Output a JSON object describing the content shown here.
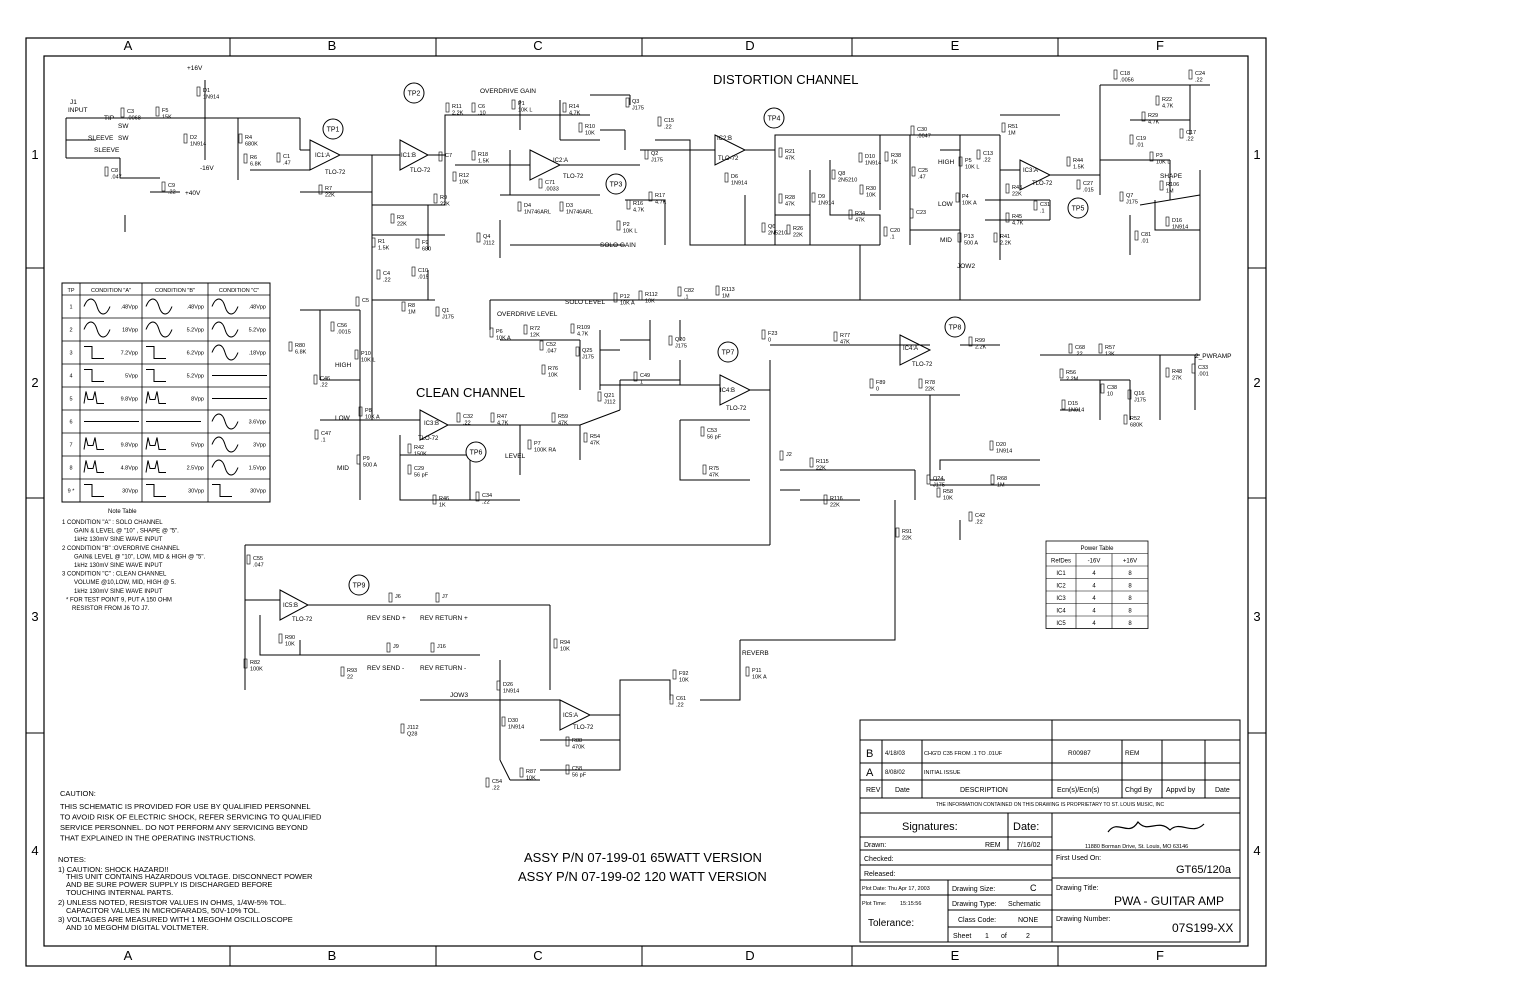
{
  "grid": {
    "cols": [
      "A",
      "B",
      "C",
      "D",
      "E",
      "F"
    ],
    "rows": [
      "1",
      "2",
      "3",
      "4"
    ]
  },
  "sections": {
    "distortion_title": "DISTORTION CHANNEL",
    "clean_title": "CLEAN CHANNEL"
  },
  "labels": {
    "input": [
      "J1",
      "INPUT",
      "TIP",
      "SW",
      "SLEEVE",
      "SW",
      "SLEEVE"
    ],
    "plus16": "+16V",
    "minus16": "-16V",
    "plus40": "+40V",
    "overdrive_gain": "OVERDRIVE GAIN",
    "solo_gain": "SOLO GAIN",
    "solo_level": "SOLO LEVEL",
    "overdrive_level": "OVERDRIVE LEVEL",
    "high": "HIGH",
    "low": "LOW",
    "mid": "MID",
    "level": "LEVEL",
    "shape": "SHAPE",
    "reverb": "REVERB",
    "rev_send_plus": "REV SEND +",
    "rev_return_plus": "REV RETURN +",
    "rev_send_minus": "REV SEND -",
    "rev_return_minus": "REV RETURN -",
    "jow2": "JOW2",
    "jow3": "JOW3",
    "pwramp": "2_PWRAMP"
  },
  "test_points": [
    "TP1",
    "TP2",
    "TP3",
    "TP4",
    "TP5",
    "TP6",
    "TP7",
    "TP8",
    "TP9"
  ],
  "opamps": [
    "IC1:A",
    "IC1:B",
    "IC2:A",
    "IC2:B",
    "IC3:A",
    "IC3:B",
    "IC4:A",
    "IC4:B",
    "IC5:A",
    "IC5:B",
    "TLO-72"
  ],
  "components": [
    {
      "ref": "C3",
      "val": ".0068"
    },
    {
      "ref": "F5",
      "val": "15K"
    },
    {
      "ref": "D1",
      "val": "1N914"
    },
    {
      "ref": "D2",
      "val": "1N914"
    },
    {
      "ref": "R4",
      "val": "680K"
    },
    {
      "ref": "R6",
      "val": "6.8K"
    },
    {
      "ref": "C1",
      "val": ".47"
    },
    {
      "ref": "C8",
      "val": ".047"
    },
    {
      "ref": "C9",
      "val": ".22"
    },
    {
      "ref": "R7",
      "val": "22K"
    },
    {
      "ref": "R11",
      "val": "2.2K"
    },
    {
      "ref": "C6",
      "val": ".10"
    },
    {
      "ref": "P1",
      "val": "10K L"
    },
    {
      "ref": "R14",
      "val": "4.7K"
    },
    {
      "ref": "R10",
      "val": "10K"
    },
    {
      "ref": "Q3",
      "val": "J175"
    },
    {
      "ref": "C15",
      "val": ".22"
    },
    {
      "ref": "Q2",
      "val": "J175"
    },
    {
      "ref": "C7",
      "val": ""
    },
    {
      "ref": "R18",
      "val": "1.5K"
    },
    {
      "ref": "R12",
      "val": "10K"
    },
    {
      "ref": "C71",
      "val": ".0033"
    },
    {
      "ref": "D4",
      "val": "1N746ARL"
    },
    {
      "ref": "D3",
      "val": "1N746ARL"
    },
    {
      "ref": "P2",
      "val": "10K L"
    },
    {
      "ref": "R17",
      "val": "4.7K"
    },
    {
      "ref": "R16",
      "val": "4.7K"
    },
    {
      "ref": "R3",
      "val": "22K"
    },
    {
      "ref": "R9",
      "val": "22K"
    },
    {
      "ref": "R1",
      "val": "1.5K"
    },
    {
      "ref": "F9",
      "val": "680"
    },
    {
      "ref": "C4",
      "val": ".22"
    },
    {
      "ref": "C10",
      "val": ".015"
    },
    {
      "ref": "C5",
      "val": ""
    },
    {
      "ref": "R8",
      "val": "1M"
    },
    {
      "ref": "Q1",
      "val": "J175"
    },
    {
      "ref": "Q4",
      "val": "J112"
    },
    {
      "ref": "R21",
      "val": "47K"
    },
    {
      "ref": "D6",
      "val": "1N914"
    },
    {
      "ref": "Q8",
      "val": "2N5210"
    },
    {
      "ref": "R28",
      "val": "47K"
    },
    {
      "ref": "D9",
      "val": "1N914"
    },
    {
      "ref": "Q6",
      "val": "2N5210"
    },
    {
      "ref": "R26",
      "val": "22K"
    },
    {
      "ref": "R34",
      "val": "47K"
    },
    {
      "ref": "D10",
      "val": "1N914"
    },
    {
      "ref": "R38",
      "val": "1K"
    },
    {
      "ref": "R30",
      "val": "10K"
    },
    {
      "ref": "C20",
      "val": ".1"
    },
    {
      "ref": "C30",
      "val": ".0047"
    },
    {
      "ref": "C25",
      "val": ".47"
    },
    {
      "ref": "C23",
      "val": ""
    },
    {
      "ref": "P5",
      "val": "10K L"
    },
    {
      "ref": "P4",
      "val": "10K A"
    },
    {
      "ref": "P13",
      "val": "500 A"
    },
    {
      "ref": "C13",
      "val": ".22"
    },
    {
      "ref": "R51",
      "val": "1M"
    },
    {
      "ref": "R43",
      "val": "22K"
    },
    {
      "ref": "R45",
      "val": "4.7K"
    },
    {
      "ref": "R41",
      "val": "2.2K"
    },
    {
      "ref": "C31",
      "val": ".1"
    },
    {
      "ref": "R44",
      "val": "1.5K"
    },
    {
      "ref": "C27",
      "val": ".015"
    },
    {
      "ref": "C18",
      "val": ".0056"
    },
    {
      "ref": "R22",
      "val": "4.7K"
    },
    {
      "ref": "R29",
      "val": "4.7K"
    },
    {
      "ref": "C19",
      "val": ".01"
    },
    {
      "ref": "C17",
      "val": ".22"
    },
    {
      "ref": "C24",
      "val": ".22"
    },
    {
      "ref": "P3",
      "val": "10K L"
    },
    {
      "ref": "Q7",
      "val": "J175"
    },
    {
      "ref": "R106",
      "val": "1M"
    },
    {
      "ref": "D16",
      "val": "1N914"
    },
    {
      "ref": "C81",
      "val": ".01"
    },
    {
      "ref": "P12",
      "val": "10K A"
    },
    {
      "ref": "R112",
      "val": "10K"
    },
    {
      "ref": "C82",
      "val": ".1"
    },
    {
      "ref": "R113",
      "val": "1M"
    },
    {
      "ref": "P6",
      "val": "10K A"
    },
    {
      "ref": "R72",
      "val": "12K"
    },
    {
      "ref": "C52",
      "val": ".047"
    },
    {
      "ref": "R109",
      "val": "4.7K"
    },
    {
      "ref": "Q25",
      "val": "J175"
    },
    {
      "ref": "R76",
      "val": "10K"
    },
    {
      "ref": "Q20",
      "val": "J175"
    },
    {
      "ref": "C49",
      "val": "1"
    },
    {
      "ref": "F23",
      "val": "0"
    },
    {
      "ref": "R77",
      "val": "47K"
    },
    {
      "ref": "R99",
      "val": "2.2K"
    },
    {
      "ref": "F89",
      "val": "0"
    },
    {
      "ref": "R78",
      "val": "22K"
    },
    {
      "ref": "C68",
      "val": ".22"
    },
    {
      "ref": "R57",
      "val": "13K"
    },
    {
      "ref": "R56",
      "val": "2.2M"
    },
    {
      "ref": "C38",
      "val": "10"
    },
    {
      "ref": "Q16",
      "val": "J175"
    },
    {
      "ref": "R48",
      "val": "27K"
    },
    {
      "ref": "C33",
      "val": ".001"
    },
    {
      "ref": "D15",
      "val": "1N914"
    },
    {
      "ref": "R52",
      "val": "680K"
    },
    {
      "ref": "R80",
      "val": "6.8K"
    },
    {
      "ref": "C56",
      "val": ".0015"
    },
    {
      "ref": "P10",
      "val": "10K L"
    },
    {
      "ref": "C46",
      "val": ".22"
    },
    {
      "ref": "P8",
      "val": "10K A"
    },
    {
      "ref": "C47",
      "val": ".1"
    },
    {
      "ref": "P9",
      "val": "500 A"
    },
    {
      "ref": "C32",
      "val": ".22"
    },
    {
      "ref": "R47",
      "val": "4.7K"
    },
    {
      "ref": "R59",
      "val": "47K"
    },
    {
      "ref": "R54",
      "val": "47K"
    },
    {
      "ref": "Q21",
      "val": "J112"
    },
    {
      "ref": "C53",
      "val": "56 pF"
    },
    {
      "ref": "R75",
      "val": "47K"
    },
    {
      "ref": "R42",
      "val": "150K"
    },
    {
      "ref": "C29",
      "val": "56 pF"
    },
    {
      "ref": "P7",
      "val": "100K RA"
    },
    {
      "ref": "R46",
      "val": "1K"
    },
    {
      "ref": "C34",
      "val": ".22"
    },
    {
      "ref": "J2",
      "val": ""
    },
    {
      "ref": "R115",
      "val": "22K"
    },
    {
      "ref": "R116",
      "val": "22K"
    },
    {
      "ref": "Q24",
      "val": "J175"
    },
    {
      "ref": "R58",
      "val": "10K"
    },
    {
      "ref": "R68",
      "val": "1M"
    },
    {
      "ref": "D20",
      "val": "1N914"
    },
    {
      "ref": "C42",
      "val": ".22"
    },
    {
      "ref": "R91",
      "val": "22K"
    },
    {
      "ref": "C55",
      "val": ".047"
    },
    {
      "ref": "R90",
      "val": "10K"
    },
    {
      "ref": "R82",
      "val": "100K"
    },
    {
      "ref": "R93",
      "val": "22"
    },
    {
      "ref": "J6",
      "val": ""
    },
    {
      "ref": "J7",
      "val": ""
    },
    {
      "ref": "J9",
      "val": ""
    },
    {
      "ref": "J16",
      "val": ""
    },
    {
      "ref": "R94",
      "val": "10K"
    },
    {
      "ref": "P11",
      "val": "10K A"
    },
    {
      "ref": "F92",
      "val": "10K"
    },
    {
      "ref": "C61",
      "val": ".22"
    },
    {
      "ref": "D26",
      "val": "1N914"
    },
    {
      "ref": "D30",
      "val": "1N914"
    },
    {
      "ref": "J112",
      "val": "Q28"
    },
    {
      "ref": "R88",
      "val": "470K"
    },
    {
      "ref": "R87",
      "val": "10K"
    },
    {
      "ref": "C58",
      "val": "56 pF"
    },
    {
      "ref": "C54",
      "val": ".22"
    }
  ],
  "signal_table": {
    "headers": [
      "TP",
      "CONDITION \"A\"",
      "CONDITION \"B\"",
      "CONDITION \"C\""
    ],
    "rows": [
      {
        "tp": "1",
        "a": ".48Vpp",
        "b": ".48Vpp",
        "c": ".48Vpp",
        "wa": "sine",
        "wb": "sine",
        "wc": "sine"
      },
      {
        "tp": "2",
        "a": "18Vpp",
        "b": "5.2Vpp",
        "c": "5.2Vpp",
        "wa": "sine",
        "wb": "sine",
        "wc": "sine"
      },
      {
        "tp": "3",
        "a": "7.2Vpp",
        "b": "6.2Vpp",
        "c": ".18Vpp",
        "wa": "square",
        "wb": "square",
        "wc": "sine"
      },
      {
        "tp": "4",
        "a": "5Vpp",
        "b": "5.2Vpp",
        "c": "",
        "wa": "square",
        "wb": "square",
        "wc": "flat"
      },
      {
        "tp": "5",
        "a": "9.8Vpp",
        "b": "8Vpp",
        "c": "",
        "wa": "spiky",
        "wb": "spiky",
        "wc": "flat"
      },
      {
        "tp": "6",
        "a": "",
        "b": "",
        "c": "3.6Vpp",
        "wa": "flat",
        "wb": "flat",
        "wc": "sine"
      },
      {
        "tp": "7",
        "a": "9.8Vpp",
        "b": "5Vpp",
        "c": "3Vpp",
        "wa": "spiky",
        "wb": "spiky",
        "wc": "sine"
      },
      {
        "tp": "8",
        "a": "4.8Vpp",
        "b": "2.5Vpp",
        "c": "1.5Vpp",
        "wa": "spiky",
        "wb": "spiky",
        "wc": "sine"
      },
      {
        "tp": "9 *",
        "a": "30Vpp",
        "b": "30Vpp",
        "c": "30Vpp",
        "wa": "square",
        "wb": "square",
        "wc": "square"
      }
    ]
  },
  "note_table": {
    "title": "Note Table",
    "lines": [
      "1  CONDITION \"A\" : SOLO CHANNEL",
      "GAIN  &  LEVEL  @ \"10\" ,  SHAPE @ \"5\".",
      "1kHz 130mV SINE WAVE INPUT",
      "2  CONDITION \"B\" :OVERDRIVE CHANNEL",
      "GAIN& LEVEL @  \"10\", LOW, MID & HIGH @ \"5\".",
      "1kHz 130mV SINE WAVE INPUT",
      "3  CONDITION \"C\" :  CLEAN  CHANNEL",
      "VOLUME @10,LOW, MID, HIGH @ 5.",
      "1kHz 130mV SINE WAVE INPUT",
      "* FOR TEST POINT 9, PUT A 150 OHM",
      "RESISTOR FROM J6 TO J7."
    ]
  },
  "power_table": {
    "title": "Power Table",
    "headers": [
      "RefDes",
      "-16V",
      "+16V"
    ],
    "rows": [
      [
        "IC1",
        "4",
        "8"
      ],
      [
        "IC2",
        "4",
        "8"
      ],
      [
        "IC3",
        "4",
        "8"
      ],
      [
        "IC4",
        "4",
        "8"
      ],
      [
        "IC5",
        "4",
        "8"
      ]
    ]
  },
  "caution": {
    "title": "CAUTION:",
    "lines": [
      "THIS SCHEMATIC IS PROVIDED FOR USE BY QUALIFIED PERSONNEL",
      "TO AVOID RISK OF ELECTRIC SHOCK, REFER SERVICING TO QUALIFIED",
      "SERVICE PERSONNEL.  DO NOT PERFORM ANY SERVICING BEYOND",
      "THAT EXPLAINED IN THE OPERATING INSTRUCTIONS."
    ]
  },
  "notes": {
    "title": "NOTES:",
    "lines": [
      "1) CAUTION: SHOCK HAZARD!!",
      "THIS UNIT CONTAINS HAZARDOUS VOLTAGE.  DISCONNECT POWER",
      "AND BE SURE POWER SUPPLY IS DISCHARGED BEFORE",
      "TOUCHING INTERNAL PARTS.",
      "2) UNLESS NOTED, RESISTOR VALUES IN OHMS, 1/4W-5% TOL.",
      "CAPACITOR VALUES IN MICROFARADS, 50V-10% TOL.",
      "3) VOLTAGES ARE MEASURED WITH 1 MEGOHM OSCILLOSCOPE",
      "AND 10 MEGOHM DIGITAL VOLTMETER."
    ]
  },
  "assy": {
    "line1": "ASSY P/N 07-199-01 65WATT VERSION",
    "line2": "ASSY P/N 07-199-02  120 WATT VERSION"
  },
  "title_block": {
    "revisions": [
      {
        "rev": "B",
        "date": "4/18/03",
        "desc": "CHG'D C35 FROM .1 TO .01UF",
        "ecn": "R00987",
        "chgd": "REM"
      },
      {
        "rev": "A",
        "date": "8/08/02",
        "desc": "INITIAL ISSUE",
        "ecn": "",
        "chgd": ""
      }
    ],
    "rev_headers": [
      "REV",
      "Date",
      "DESCRIPTION",
      "Ecn(s)/Ecn(s)",
      "Chgd By",
      "Appvd by",
      "Date"
    ],
    "proprietary": "THE INFORMATION CONTAINED ON THIS DRAWING IS PROPRIETARY TO ST. LOUIS MUSIC, INC",
    "signatures_label": "Signatures:",
    "date_label": "Date:",
    "drawn_label": "Drawn:",
    "drawn_by": "REM",
    "drawn_date": "7/16/02",
    "checked_label": "Checked:",
    "released_label": "Released:",
    "plot_date": "Plot Date: Thu Apr 17, 2003",
    "plot_time_label": "Plot Time:",
    "plot_time": "15:15:56",
    "tolerance_label": "Tolerance:",
    "drawing_size_label": "Drawing Size:",
    "drawing_size": "C",
    "drawing_type_label": "Drawing Type:",
    "drawing_type": "Schematic",
    "class_code_label": "Class Code:",
    "class_code": "NONE",
    "sheet_label": "Sheet",
    "sheet_num": "1",
    "sheet_of": "of",
    "sheet_total": "2",
    "address": "11880 Borman Drive, St. Louis, MO 63146",
    "first_used_label": "First Used On:",
    "first_used": "GT65/120a",
    "drawing_title_label": "Drawing Title:",
    "drawing_title": "PWA - GUITAR AMP",
    "drawing_number_label": "Drawing Number:",
    "drawing_number": "07S199-XX"
  }
}
